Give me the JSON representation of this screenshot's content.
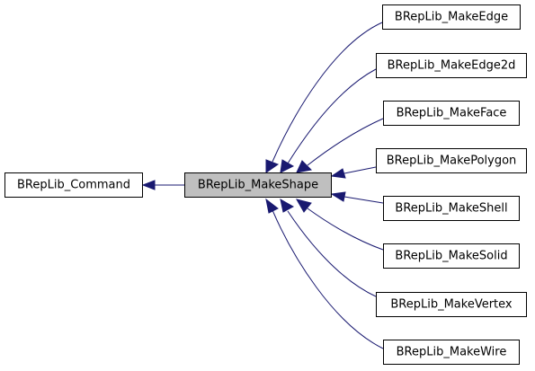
{
  "diagram": {
    "type": "inheritance-graph",
    "colors": {
      "edge": "#191970",
      "highlight_fill": "#bfbfbf",
      "node_fill": "#ffffff",
      "node_border": "#000000"
    },
    "nodes": {
      "command": "BRepLib_Command",
      "make_shape": "BRepLib_MakeShape",
      "make_edge": "BRepLib_MakeEdge",
      "make_edge2d": "BRepLib_MakeEdge2d",
      "make_face": "BRepLib_MakeFace",
      "make_polygon": "BRepLib_MakePolygon",
      "make_shell": "BRepLib_MakeShell",
      "make_solid": "BRepLib_MakeSolid",
      "make_vertex": "BRepLib_MakeVertex",
      "make_wire": "BRepLib_MakeWire"
    },
    "edges": [
      {
        "from": "make_shape",
        "to": "command"
      },
      {
        "from": "make_edge",
        "to": "make_shape"
      },
      {
        "from": "make_edge2d",
        "to": "make_shape"
      },
      {
        "from": "make_face",
        "to": "make_shape"
      },
      {
        "from": "make_polygon",
        "to": "make_shape"
      },
      {
        "from": "make_shell",
        "to": "make_shape"
      },
      {
        "from": "make_solid",
        "to": "make_shape"
      },
      {
        "from": "make_vertex",
        "to": "make_shape"
      },
      {
        "from": "make_wire",
        "to": "make_shape"
      }
    ]
  }
}
